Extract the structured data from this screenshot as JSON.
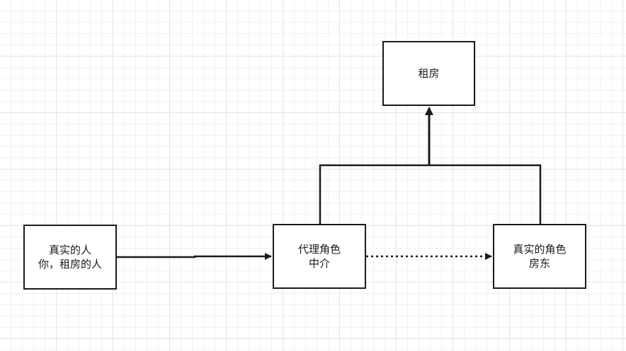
{
  "diagram": {
    "nodes": {
      "rent": {
        "line1": "租房"
      },
      "real_person": {
        "line1": "真实的人",
        "line2": "你，租房的人"
      },
      "proxy": {
        "line1": "代理角色",
        "line2": "中介"
      },
      "real_role": {
        "line1": "真实的角色",
        "line2": "房东"
      }
    },
    "colors": {
      "stroke": "#1a1a1a",
      "background": "#ffffff",
      "grid": "#e3e3e3"
    }
  }
}
